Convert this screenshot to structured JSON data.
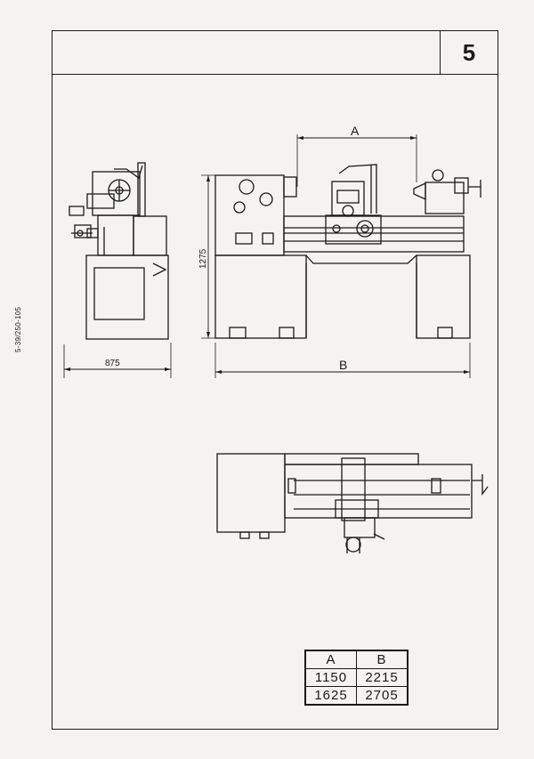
{
  "page": {
    "number": "5",
    "doc_code": "5-39/250-105"
  },
  "dimensions": {
    "width_side": "875",
    "height": "1275",
    "label_a": "A",
    "label_b": "B"
  },
  "table": {
    "headers": [
      "A",
      "B"
    ],
    "rows": [
      [
        "1150",
        "2215"
      ],
      [
        "1625",
        "2705"
      ]
    ]
  }
}
